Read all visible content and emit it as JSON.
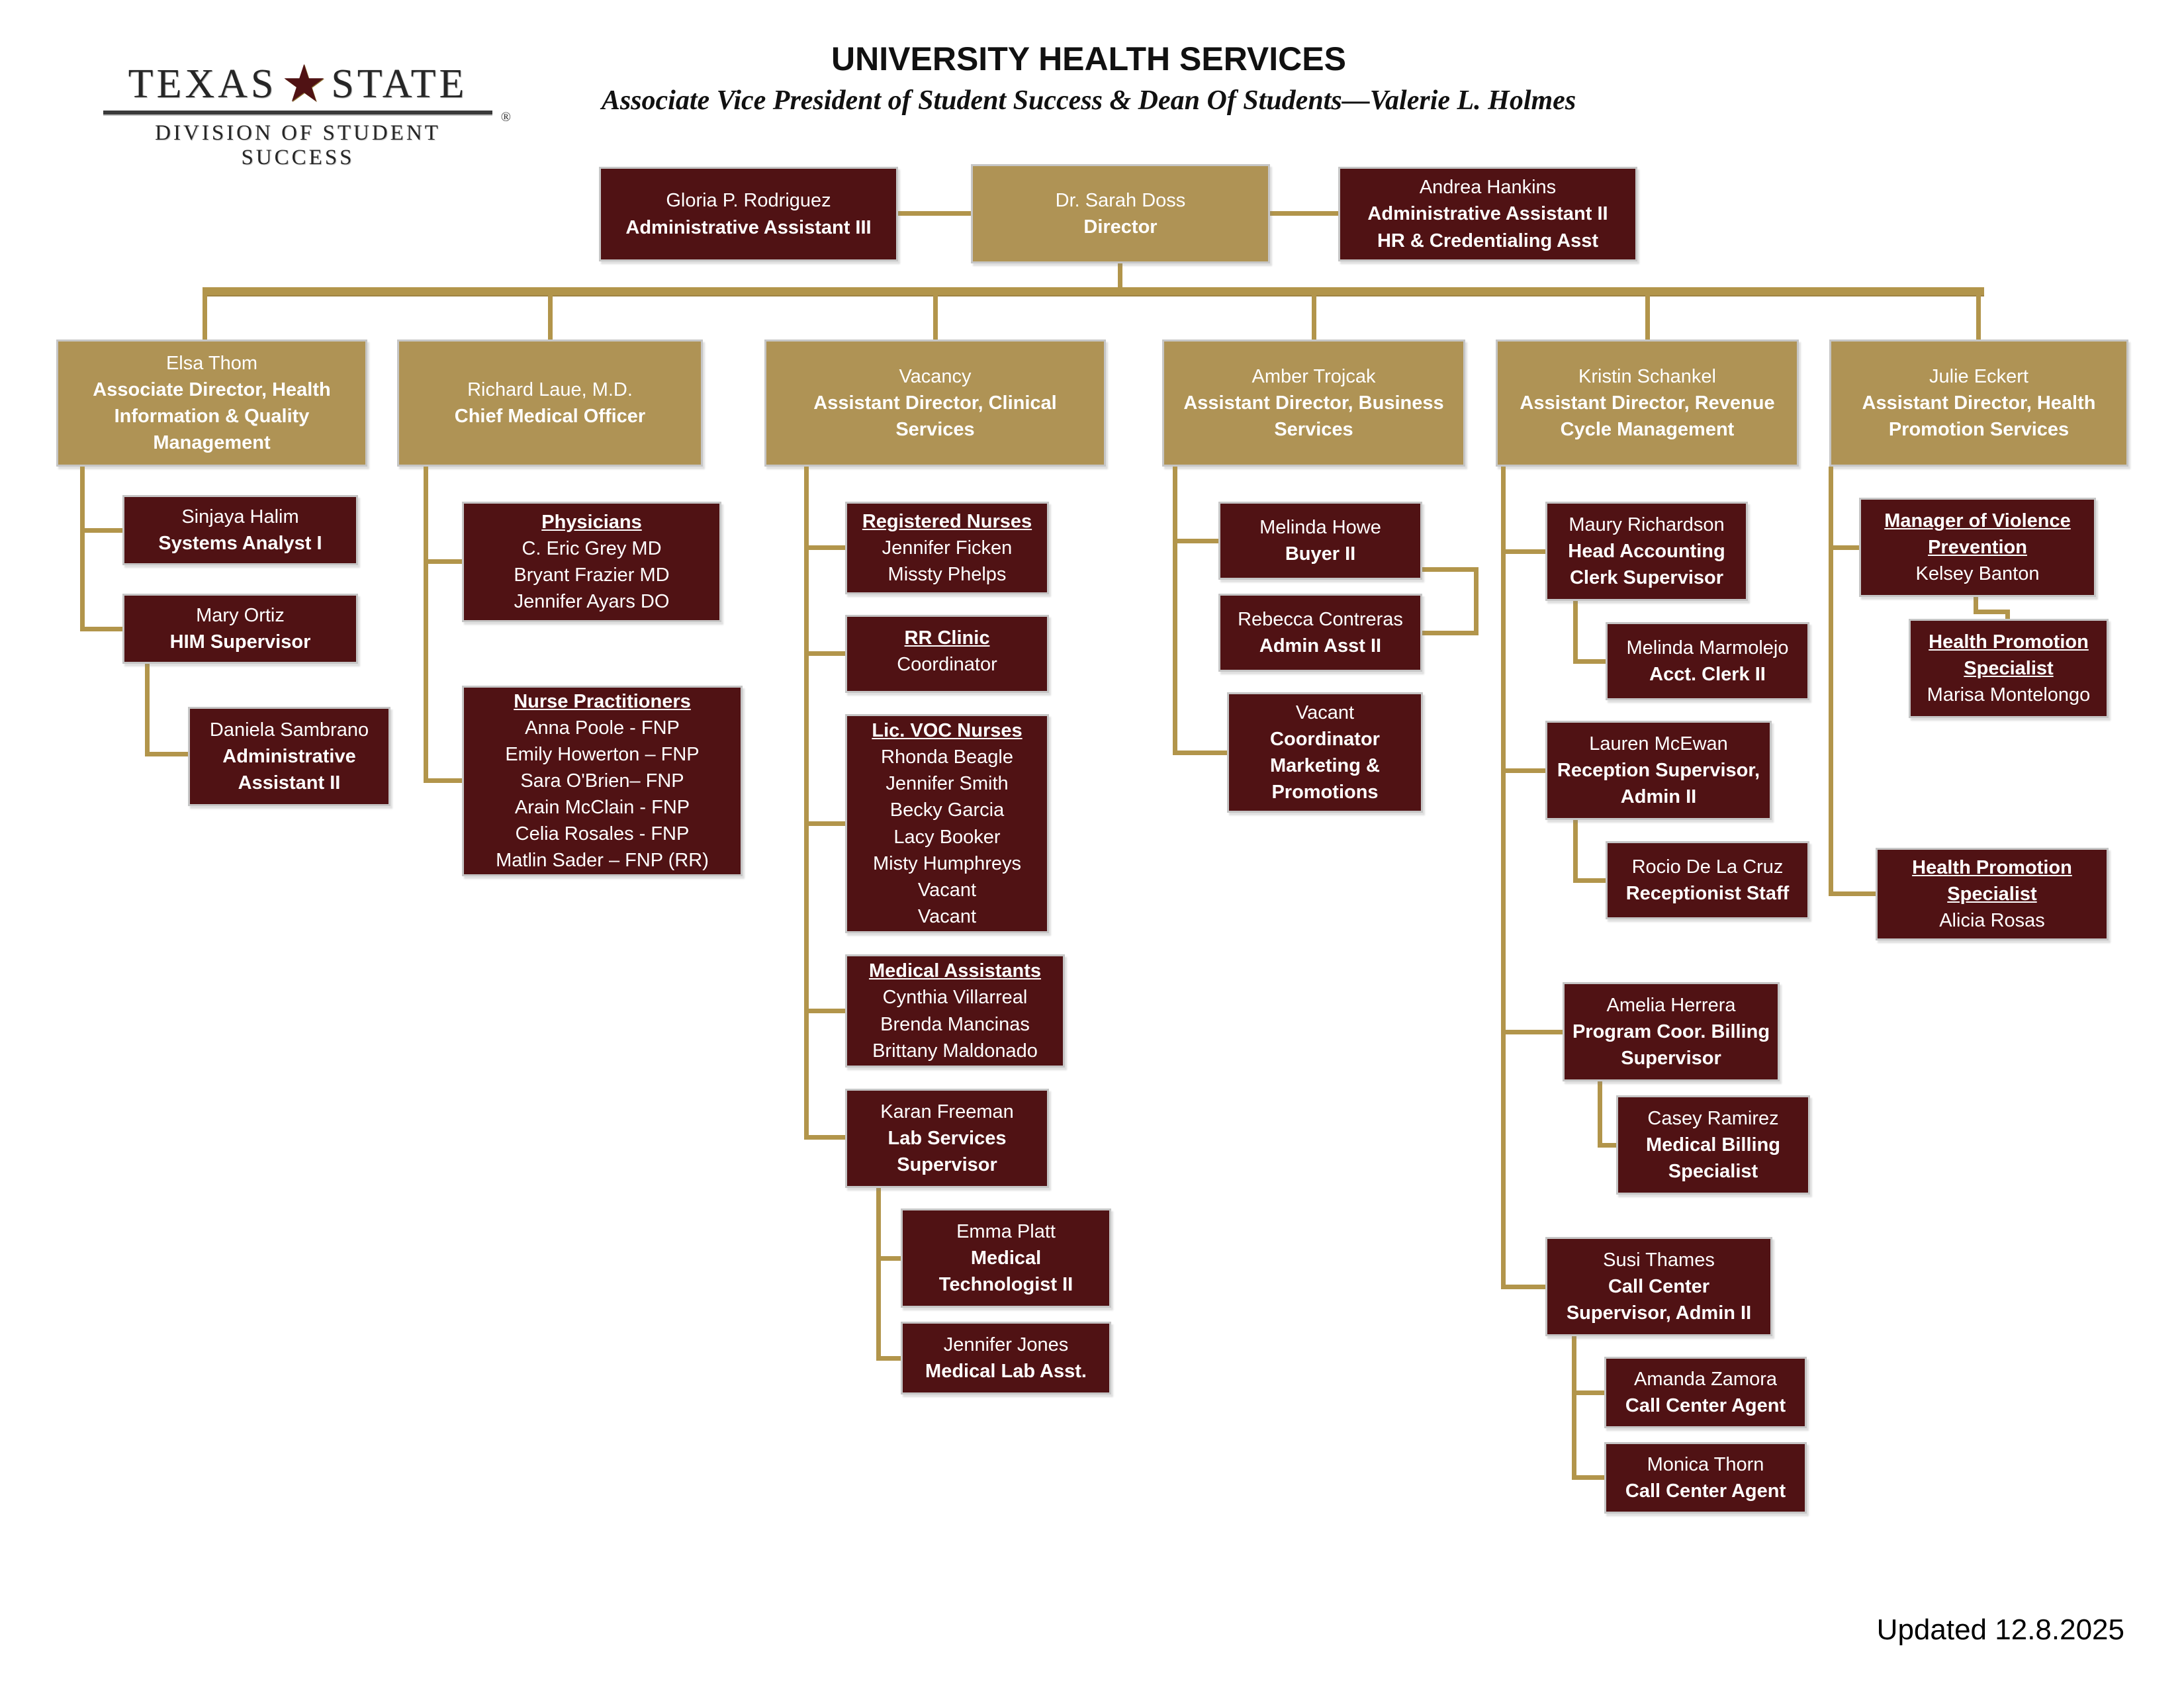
{
  "header": {
    "logo": {
      "word1": "TEXAS",
      "star": "★",
      "word2": "STATE",
      "registered": "®",
      "division": "DIVISION OF STUDENT SUCCESS"
    },
    "title": "UNIVERSITY HEALTH SERVICES",
    "subtitle": "Associate Vice President of Student Success & Dean Of Students—Valerie L. Holmes"
  },
  "footer": {
    "updated": "Updated 12.8.2025"
  },
  "colors": {
    "maroon": "#501214",
    "gold": "#AF9355",
    "connector": "#B2954B",
    "border": "#C6C6C6"
  },
  "org": {
    "director_row": {
      "gloria": {
        "name": "Gloria P. Rodriguez",
        "title": "Administrative Assistant III"
      },
      "director": {
        "name": "Dr. Sarah Doss",
        "title": "Director"
      },
      "andrea": {
        "name": "Andrea Hankins",
        "title": "Administrative Assistant II",
        "title2": "HR & Credentialing Asst"
      }
    },
    "level2": {
      "elsa": {
        "name": "Elsa Thom",
        "title": "Associate Director, Health Information & Quality Management"
      },
      "richard": {
        "name": "Richard Laue, M.D.",
        "title": "Chief Medical Officer"
      },
      "clinical": {
        "name": "Vacancy",
        "title": "Assistant Director, Clinical Services"
      },
      "amber": {
        "name": "Amber Trojcak",
        "title": "Assistant Director, Business Services"
      },
      "kristin": {
        "name": "Kristin Schankel",
        "title": "Assistant Director, Revenue Cycle Management"
      },
      "julie": {
        "name": "Julie Eckert",
        "title": "Assistant Director, Health Promotion Services"
      }
    },
    "him": {
      "sinjaya": {
        "name": "Sinjaya Halim",
        "title": "Systems Analyst I"
      },
      "mary": {
        "name": "Mary Ortiz",
        "title": "HIM Supervisor"
      },
      "daniela": {
        "name": "Daniela Sambrano",
        "title": "Administrative Assistant II"
      }
    },
    "medical": {
      "physicians": {
        "header": "Physicians",
        "members": [
          "C. Eric Grey MD",
          "Bryant Frazier MD",
          "Jennifer Ayars DO"
        ]
      },
      "nurse_practitioners": {
        "header": "Nurse Practitioners",
        "members": [
          "Anna Poole - FNP",
          "Emily Howerton – FNP",
          "Sara O'Brien– FNP",
          "Arain McClain - FNP",
          "Celia Rosales - FNP",
          "Matlin Sader – FNP (RR)"
        ]
      }
    },
    "clinical_services": {
      "registered_nurses": {
        "header": "Registered Nurses",
        "members": [
          "Jennifer Ficken",
          "Missty Phelps"
        ]
      },
      "rr_clinic": {
        "header": "RR Clinic",
        "members": [
          "Coordinator"
        ]
      },
      "lvn": {
        "header": "Lic. VOC Nurses",
        "members": [
          "Rhonda Beagle",
          "Jennifer Smith",
          "Becky Garcia",
          "Lacy Booker",
          "Misty Humphreys",
          "Vacant",
          "Vacant"
        ]
      },
      "medical_assistants": {
        "header": "Medical Assistants",
        "members": [
          "Cynthia Villarreal",
          "Brenda Mancinas",
          "Brittany Maldonado"
        ]
      },
      "karan": {
        "name": "Karan Freeman",
        "title": "Lab Services Supervisor"
      },
      "emma": {
        "name": "Emma Platt",
        "title": "Medical Technologist II"
      },
      "jjones": {
        "name": "Jennifer Jones",
        "title": "Medical Lab Asst."
      }
    },
    "business": {
      "melinda": {
        "name": "Melinda Howe",
        "title": "Buyer II"
      },
      "rebecca": {
        "name": "Rebecca Contreras",
        "title": "Admin Asst II"
      },
      "marketing": {
        "name": "Vacant",
        "title": "Coordinator Marketing & Promotions"
      }
    },
    "revenue": {
      "maury": {
        "name": "Maury Richardson",
        "title": "Head Accounting Clerk Supervisor"
      },
      "marmolejo": {
        "name": "Melinda Marmolejo",
        "title": "Acct. Clerk II"
      },
      "lauren": {
        "name": "Lauren McEwan",
        "title": "Reception Supervisor, Admin II"
      },
      "rocio": {
        "name": "Rocio De La Cruz",
        "title": "Receptionist Staff"
      },
      "amelia": {
        "name": "Amelia Herrera",
        "title": "Program Coor. Billing Supervisor"
      },
      "casey": {
        "name": "Casey Ramirez",
        "title": "Medical Billing Specialist"
      },
      "susi": {
        "name": "Susi Thames",
        "title": "Call Center Supervisor, Admin II"
      },
      "amanda": {
        "name": "Amanda Zamora",
        "title": "Call Center Agent"
      },
      "monica": {
        "name": "Monica Thorn",
        "title": "Call Center Agent"
      }
    },
    "promotion": {
      "violence_mgr": {
        "header": "Manager of Violence Prevention",
        "name": "Kelsey Banton"
      },
      "hps1": {
        "header": "Health Promotion Specialist",
        "name": "Marisa Montelongo"
      },
      "hps2": {
        "header": "Health Promotion Specialist",
        "name": "Alicia Rosas"
      }
    }
  }
}
